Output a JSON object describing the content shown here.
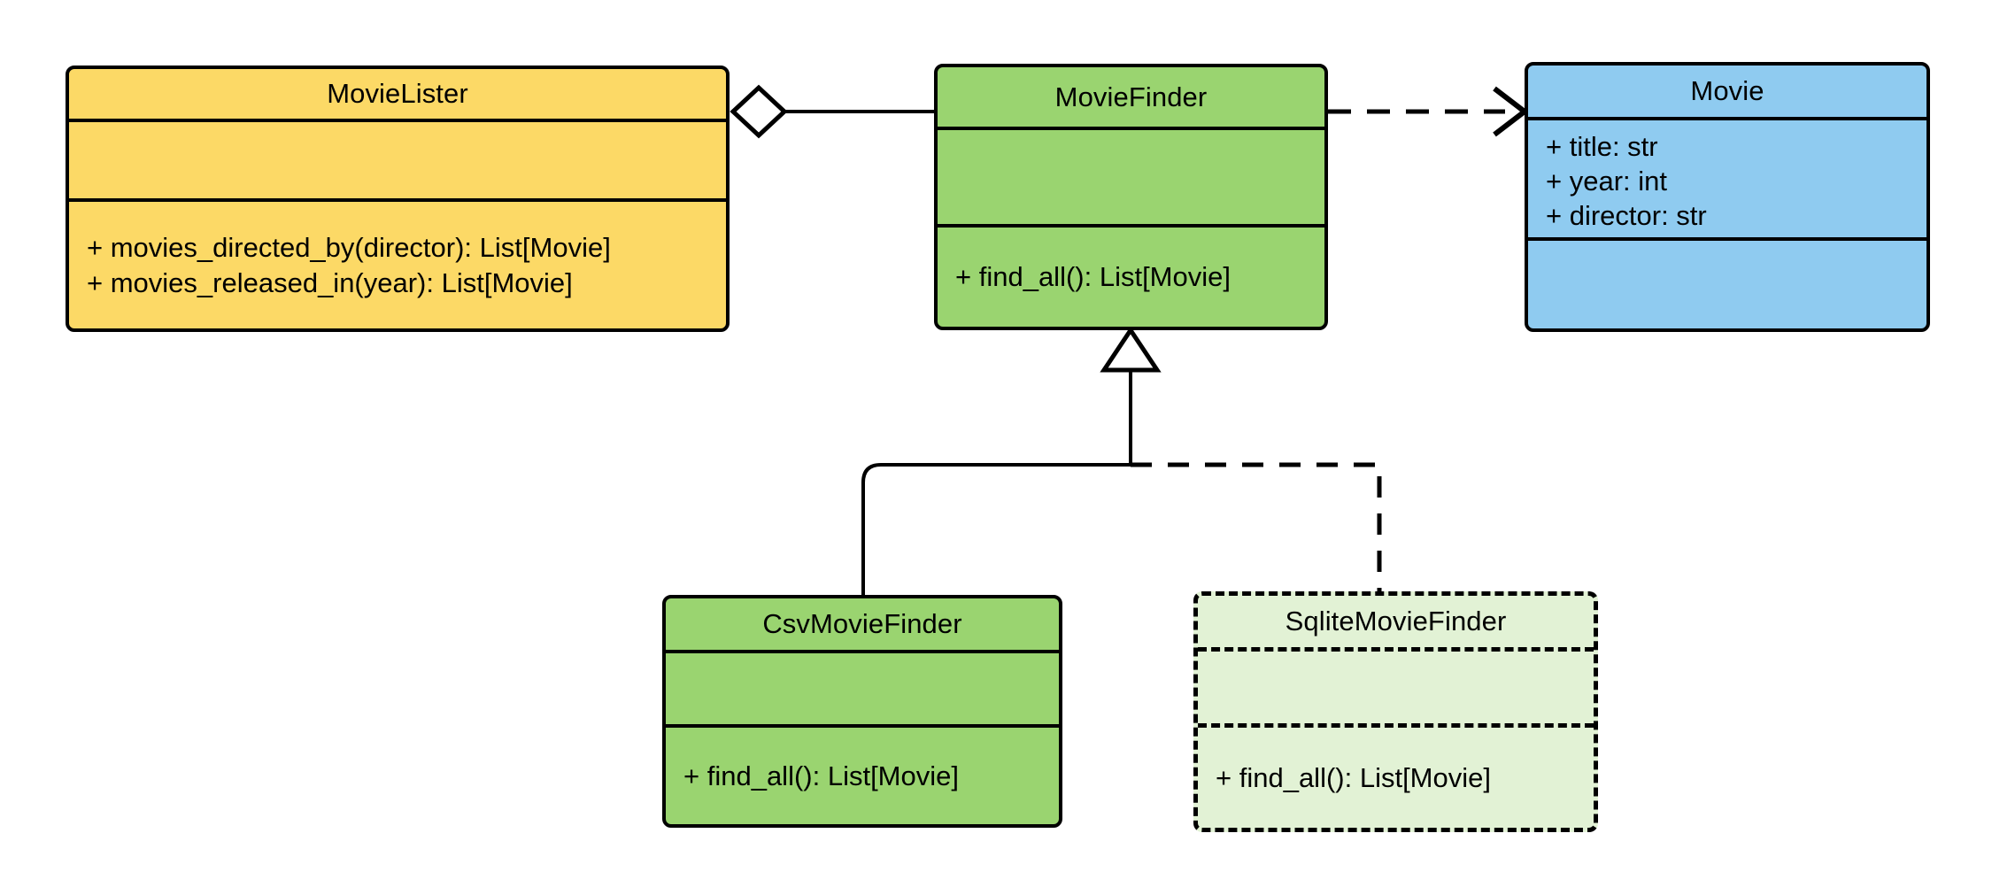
{
  "diagram": {
    "title": "MovieLister dependency-injection UML class diagram",
    "background_color": "#ffffff",
    "line_color": "#000000"
  },
  "palette": {
    "lister_fill": "#fcd966",
    "finder_fill": "#9ad470",
    "movie_fill": "#8fcbf0",
    "planned_fill": "#e2f2d5",
    "stroke": "#000000"
  },
  "classes": [
    {
      "id": "movie-lister",
      "name": "MovieLister",
      "fill": "#fcd966",
      "style": "solid",
      "attributes": [],
      "methods": [
        "+ movies_directed_by(director): List[Movie]",
        "+ movies_released_in(year): List[Movie]"
      ]
    },
    {
      "id": "movie-finder",
      "name": "MovieFinder",
      "fill": "#9ad470",
      "style": "solid",
      "attributes": [],
      "methods": [
        "+ find_all(): List[Movie]"
      ]
    },
    {
      "id": "movie",
      "name": "Movie",
      "fill": "#8fcbf0",
      "style": "solid",
      "attributes": [
        "+ title: str",
        "+ year: int",
        "+ director: str"
      ],
      "methods": []
    },
    {
      "id": "csv-movie-finder",
      "name": "CsvMovieFinder",
      "fill": "#9ad470",
      "style": "solid",
      "attributes": [],
      "methods": [
        "+ find_all(): List[Movie]"
      ]
    },
    {
      "id": "sqlite-movie-finder",
      "name": "SqliteMovieFinder",
      "fill": "#e2f2d5",
      "style": "dashed",
      "attributes": [],
      "methods": [
        "+ find_all(): List[Movie]"
      ]
    }
  ],
  "relationships": [
    {
      "id": "lister-aggregates-finder",
      "kind": "aggregation",
      "from": "MovieLister",
      "to": "MovieFinder",
      "line": "solid",
      "end_marker": "hollow-diamond"
    },
    {
      "id": "finder-depends-on-movie",
      "kind": "dependency",
      "from": "MovieFinder",
      "to": "Movie",
      "line": "dashed",
      "end_marker": "open-arrow"
    },
    {
      "id": "csv-inherits-finder",
      "kind": "generalization",
      "from": "CsvMovieFinder",
      "to": "MovieFinder",
      "line": "solid",
      "end_marker": "hollow-triangle"
    },
    {
      "id": "sqlite-inherits-finder",
      "kind": "generalization",
      "from": "SqliteMovieFinder",
      "to": "MovieFinder",
      "line": "dashed",
      "end_marker": "hollow-triangle"
    }
  ]
}
